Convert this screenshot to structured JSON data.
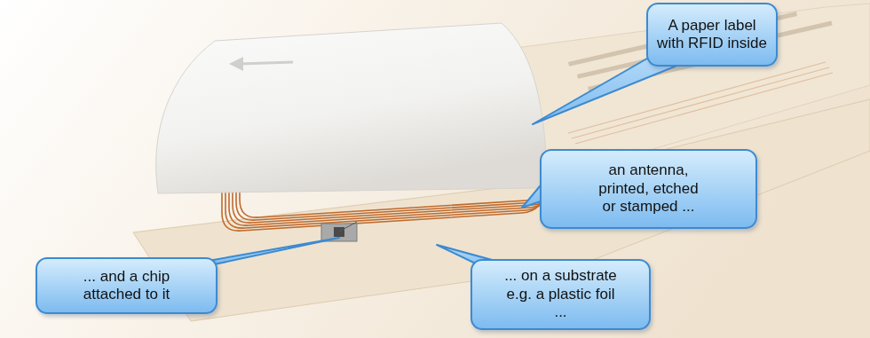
{
  "diagram": {
    "nodes": [
      {
        "text": [
          "A paper label with RFID inside"
        ]
      },
      {
        "text": [
          "an antenna, printed, etched or stamped ..."
        ]
      },
      {
        "text": [
          "... and a chip attached to it"
        ]
      },
      {
        "text": [
          "... on a substrate e.g. a plastic foil ..."
        ]
      }
    ]
  }
}
